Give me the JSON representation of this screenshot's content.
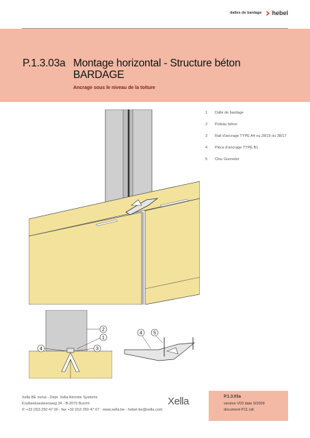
{
  "header": {
    "category": "dalles de bardage",
    "brand": "hebel"
  },
  "title": {
    "code": "P.1.3.03a",
    "line1": "Montage horizontal - Structure béton",
    "line2": "BARDAGE",
    "subtitle": "Ancrage sous le niveau de la toiture"
  },
  "legend": [
    {
      "num": "1",
      "text": "Dalle de bardage"
    },
    {
      "num": "2",
      "text": "Poteau béton"
    },
    {
      "num": "3",
      "text": "Rail d'ancrage TYPE A4 ou 28/15 ou 38/17"
    },
    {
      "num": "4",
      "text": "Pièce d'ancrage TYPE B1"
    },
    {
      "num": "5",
      "text": "Clou Gunnebo"
    }
  ],
  "detail1_labels": [
    "2",
    "1",
    "4",
    "3"
  ],
  "detail2_labels": [
    "4",
    "5"
  ],
  "footer": {
    "line1": "Xella BE nv/sa - Dept. Xella Aircrete Systems",
    "line2": "Kruibeeksesteenweg 24 - B-2070 Burcht",
    "line3": "✆ +32 (0)3 250 47 00 - fax +32 (0)3 250 47 07 - www.xella.be - hebel-be@xella.com",
    "logo": "Xella",
    "box_code": "P.1.3.03a",
    "box_line2": "version V03    date 3/2009",
    "box_line3": "document P11.cdr"
  },
  "colors": {
    "band": "#f3b9a5",
    "panel": "#f2e29c",
    "concrete": "#cfcfcf",
    "accent": "#7d2513"
  }
}
